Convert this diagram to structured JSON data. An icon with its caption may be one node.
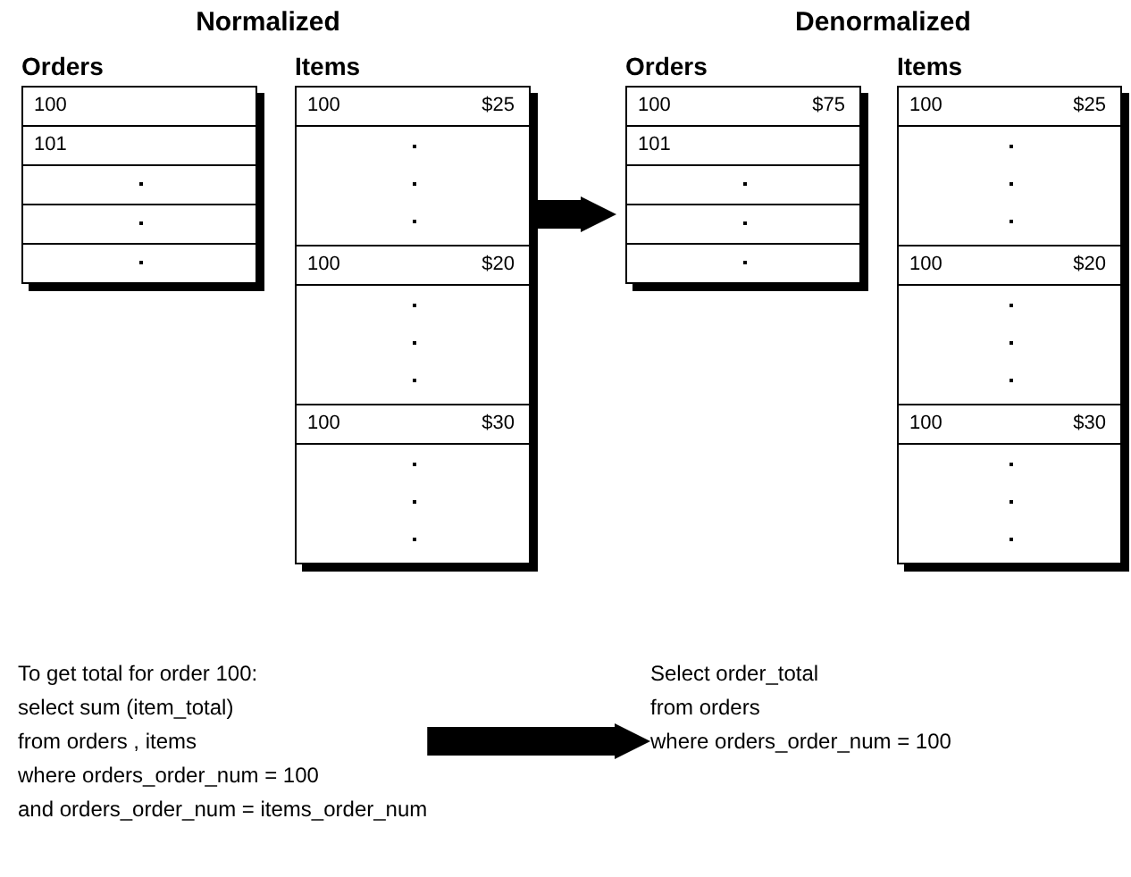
{
  "diagram": {
    "nodes": [
      {
        "text": [
          "Normalized"
        ]
      },
      {
        "text": [
          "Orders",
          "100",
          "101"
        ],
        "in": 0
      },
      {
        "text": [
          "Items",
          "100",
          "$25",
          "100",
          "$20",
          "100",
          "$30"
        ],
        "in": 0
      },
      {
        "text": [
          "Denormalized"
        ]
      },
      {
        "text": [
          "Orders",
          "100",
          "$75",
          "101"
        ],
        "in": 3
      },
      {
        "text": [
          "Items",
          "100",
          "$25",
          "100",
          "$20",
          "100",
          "$30"
        ],
        "in": 3
      },
      {
        "text": [
          "To get total for order 100:",
          "select sum (item_total)",
          "from orders , items",
          "where orders_order_num = 100",
          "and orders_order_num = items_order_num"
        ]
      },
      {
        "text": [
          "Select order_total",
          "from orders",
          "where orders_order_num = 100"
        ]
      }
    ],
    "edges": [
      {
        "from": 0,
        "to": 3,
        "arrow": "to"
      },
      {
        "from": 6,
        "to": 7,
        "arrow": "to"
      }
    ]
  }
}
